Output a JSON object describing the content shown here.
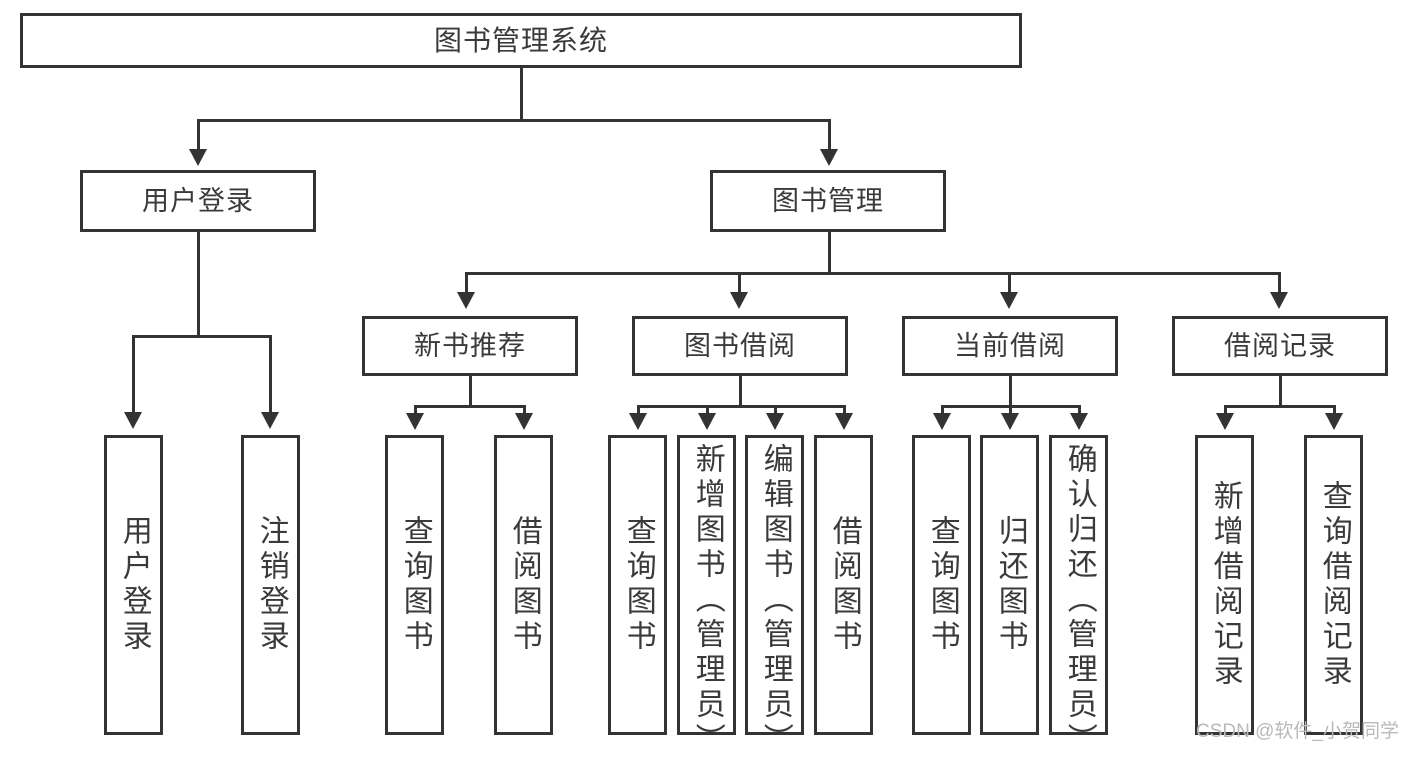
{
  "diagram": {
    "title": "图书管理系统",
    "type": "tree",
    "root": {
      "label": "图书管理系统"
    },
    "level2": [
      {
        "label": "用户登录"
      },
      {
        "label": "图书管理"
      }
    ],
    "level3": [
      {
        "label": "新书推荐"
      },
      {
        "label": "图书借阅"
      },
      {
        "label": "当前借阅"
      },
      {
        "label": "借阅记录"
      }
    ],
    "leaves": {
      "user_login": [
        {
          "label": "用户登录"
        },
        {
          "label": "注销登录"
        }
      ],
      "new_book_recommend": [
        {
          "label": "查询图书"
        },
        {
          "label": "借阅图书"
        }
      ],
      "book_borrow": [
        {
          "label": "查询图书"
        },
        {
          "label": "新增图书（管理员）"
        },
        {
          "label": "编辑图书（管理员）"
        },
        {
          "label": "借阅图书"
        }
      ],
      "current_borrow": [
        {
          "label": "查询图书"
        },
        {
          "label": "归还图书"
        },
        {
          "label": "确认归还（管理员）"
        }
      ],
      "borrow_record": [
        {
          "label": "新增借阅记录"
        },
        {
          "label": "查询借阅记录"
        }
      ]
    }
  },
  "watermark": {
    "text": "CSDN @软件_小贺同学"
  },
  "colors": {
    "stroke": "#333333",
    "fill": "#ffffff",
    "text": "#3a3a3a",
    "watermark": "#b9b9b9"
  }
}
